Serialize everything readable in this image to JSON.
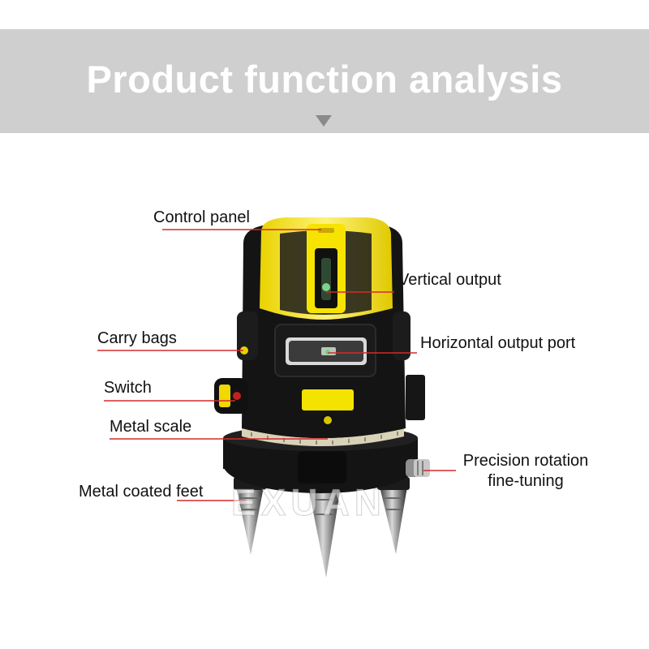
{
  "header": {
    "title": "Product function analysis",
    "background_color": "#cfcfcf",
    "arrow_icon": "triangle-down-icon"
  },
  "product": {
    "watermark": "EXUAN",
    "colors": {
      "body": "#121212",
      "accent": "#f4e200",
      "callout_line": "#d42a2a"
    }
  },
  "callouts": {
    "control_panel": "Control panel",
    "vertical_output": "Vertical output",
    "carry_bags": "Carry bags",
    "horizontal_output_port": "Horizontal output port",
    "switch": "Switch",
    "metal_scale": "Metal scale",
    "precision_rotation_line1": "Precision rotation",
    "precision_rotation_line2": "fine-tuning",
    "metal_coated_feet": "Metal coated feet"
  }
}
